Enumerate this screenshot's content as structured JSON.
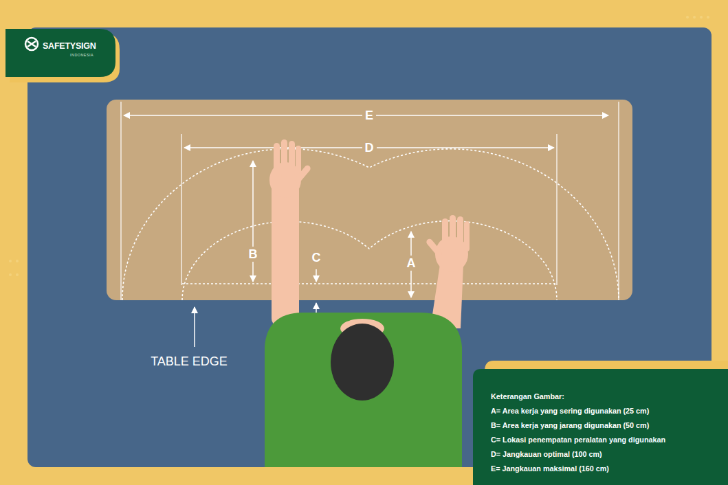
{
  "diagram": {
    "nodes": [
      {
        "text": [
          "SAFETYSIGN",
          "INDONESIA"
        ]
      },
      {
        "text": [
          "Keterangan Gambar:",
          "A= Area kerja yang sering digunakan (25 cm)",
          "B= Area kerja yang jarang digunakan (50 cm)",
          "C= Lokasi penempatan peralatan yang digunakan",
          "D= Jangkauan optimal (100 cm)",
          "E= Jangkauan maksimal (160 cm)"
        ]
      }
    ],
    "labels": [
      "E",
      "D",
      "B",
      "C",
      "A",
      "TABLE EDGE"
    ]
  }
}
